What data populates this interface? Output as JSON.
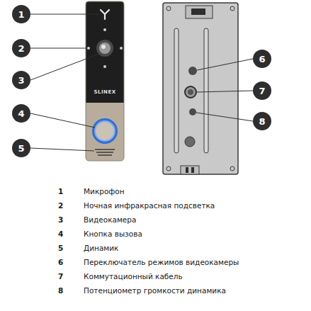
{
  "diagram": {
    "nodes": [
      {
        "text": [
          "1"
        ]
      },
      {
        "text": [
          "2"
        ]
      },
      {
        "text": [
          "3"
        ]
      },
      {
        "text": [
          "4"
        ]
      },
      {
        "text": [
          "5"
        ]
      },
      {
        "text": [
          "6"
        ]
      },
      {
        "text": [
          "7"
        ]
      },
      {
        "text": [
          "8"
        ]
      }
    ],
    "labels": [
      "SLINEX",
      "1",
      "Микрофон",
      "2",
      "Ночная инфракрасная подсветка",
      "3",
      "Видеокамера",
      "4",
      "Кнопка вызова",
      "5",
      "Динамик",
      "6",
      "Переключатель режимов видеокамеры",
      "7",
      "Коммутационный кабель",
      "8",
      "Потенциометр громкости динамика"
    ]
  }
}
